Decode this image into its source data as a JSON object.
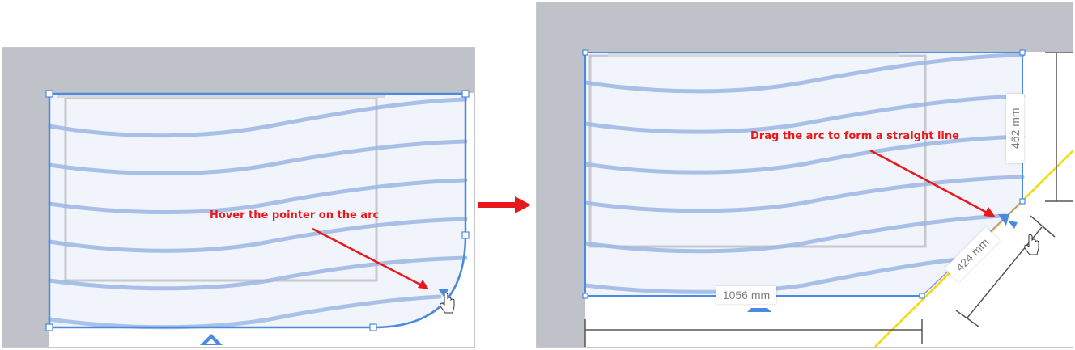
{
  "before_panel": {
    "callout": "Hover the pointer on the arc",
    "cursor": "hand-pointer"
  },
  "after_panel": {
    "callout": "Drag the arc to form a straight line",
    "dimensions": {
      "width": "1056 mm",
      "height": "462 mm",
      "diagonal": "424 mm"
    },
    "cursor": "hand-pointer"
  },
  "colors": {
    "wall": "#bfc3c9",
    "selection": "#4a8ae0",
    "fill": "#f1f4fb",
    "wave": "#9cb8e4",
    "callout": "#e8191c",
    "guide": "#f5d90a",
    "dim_line": "#555555"
  }
}
